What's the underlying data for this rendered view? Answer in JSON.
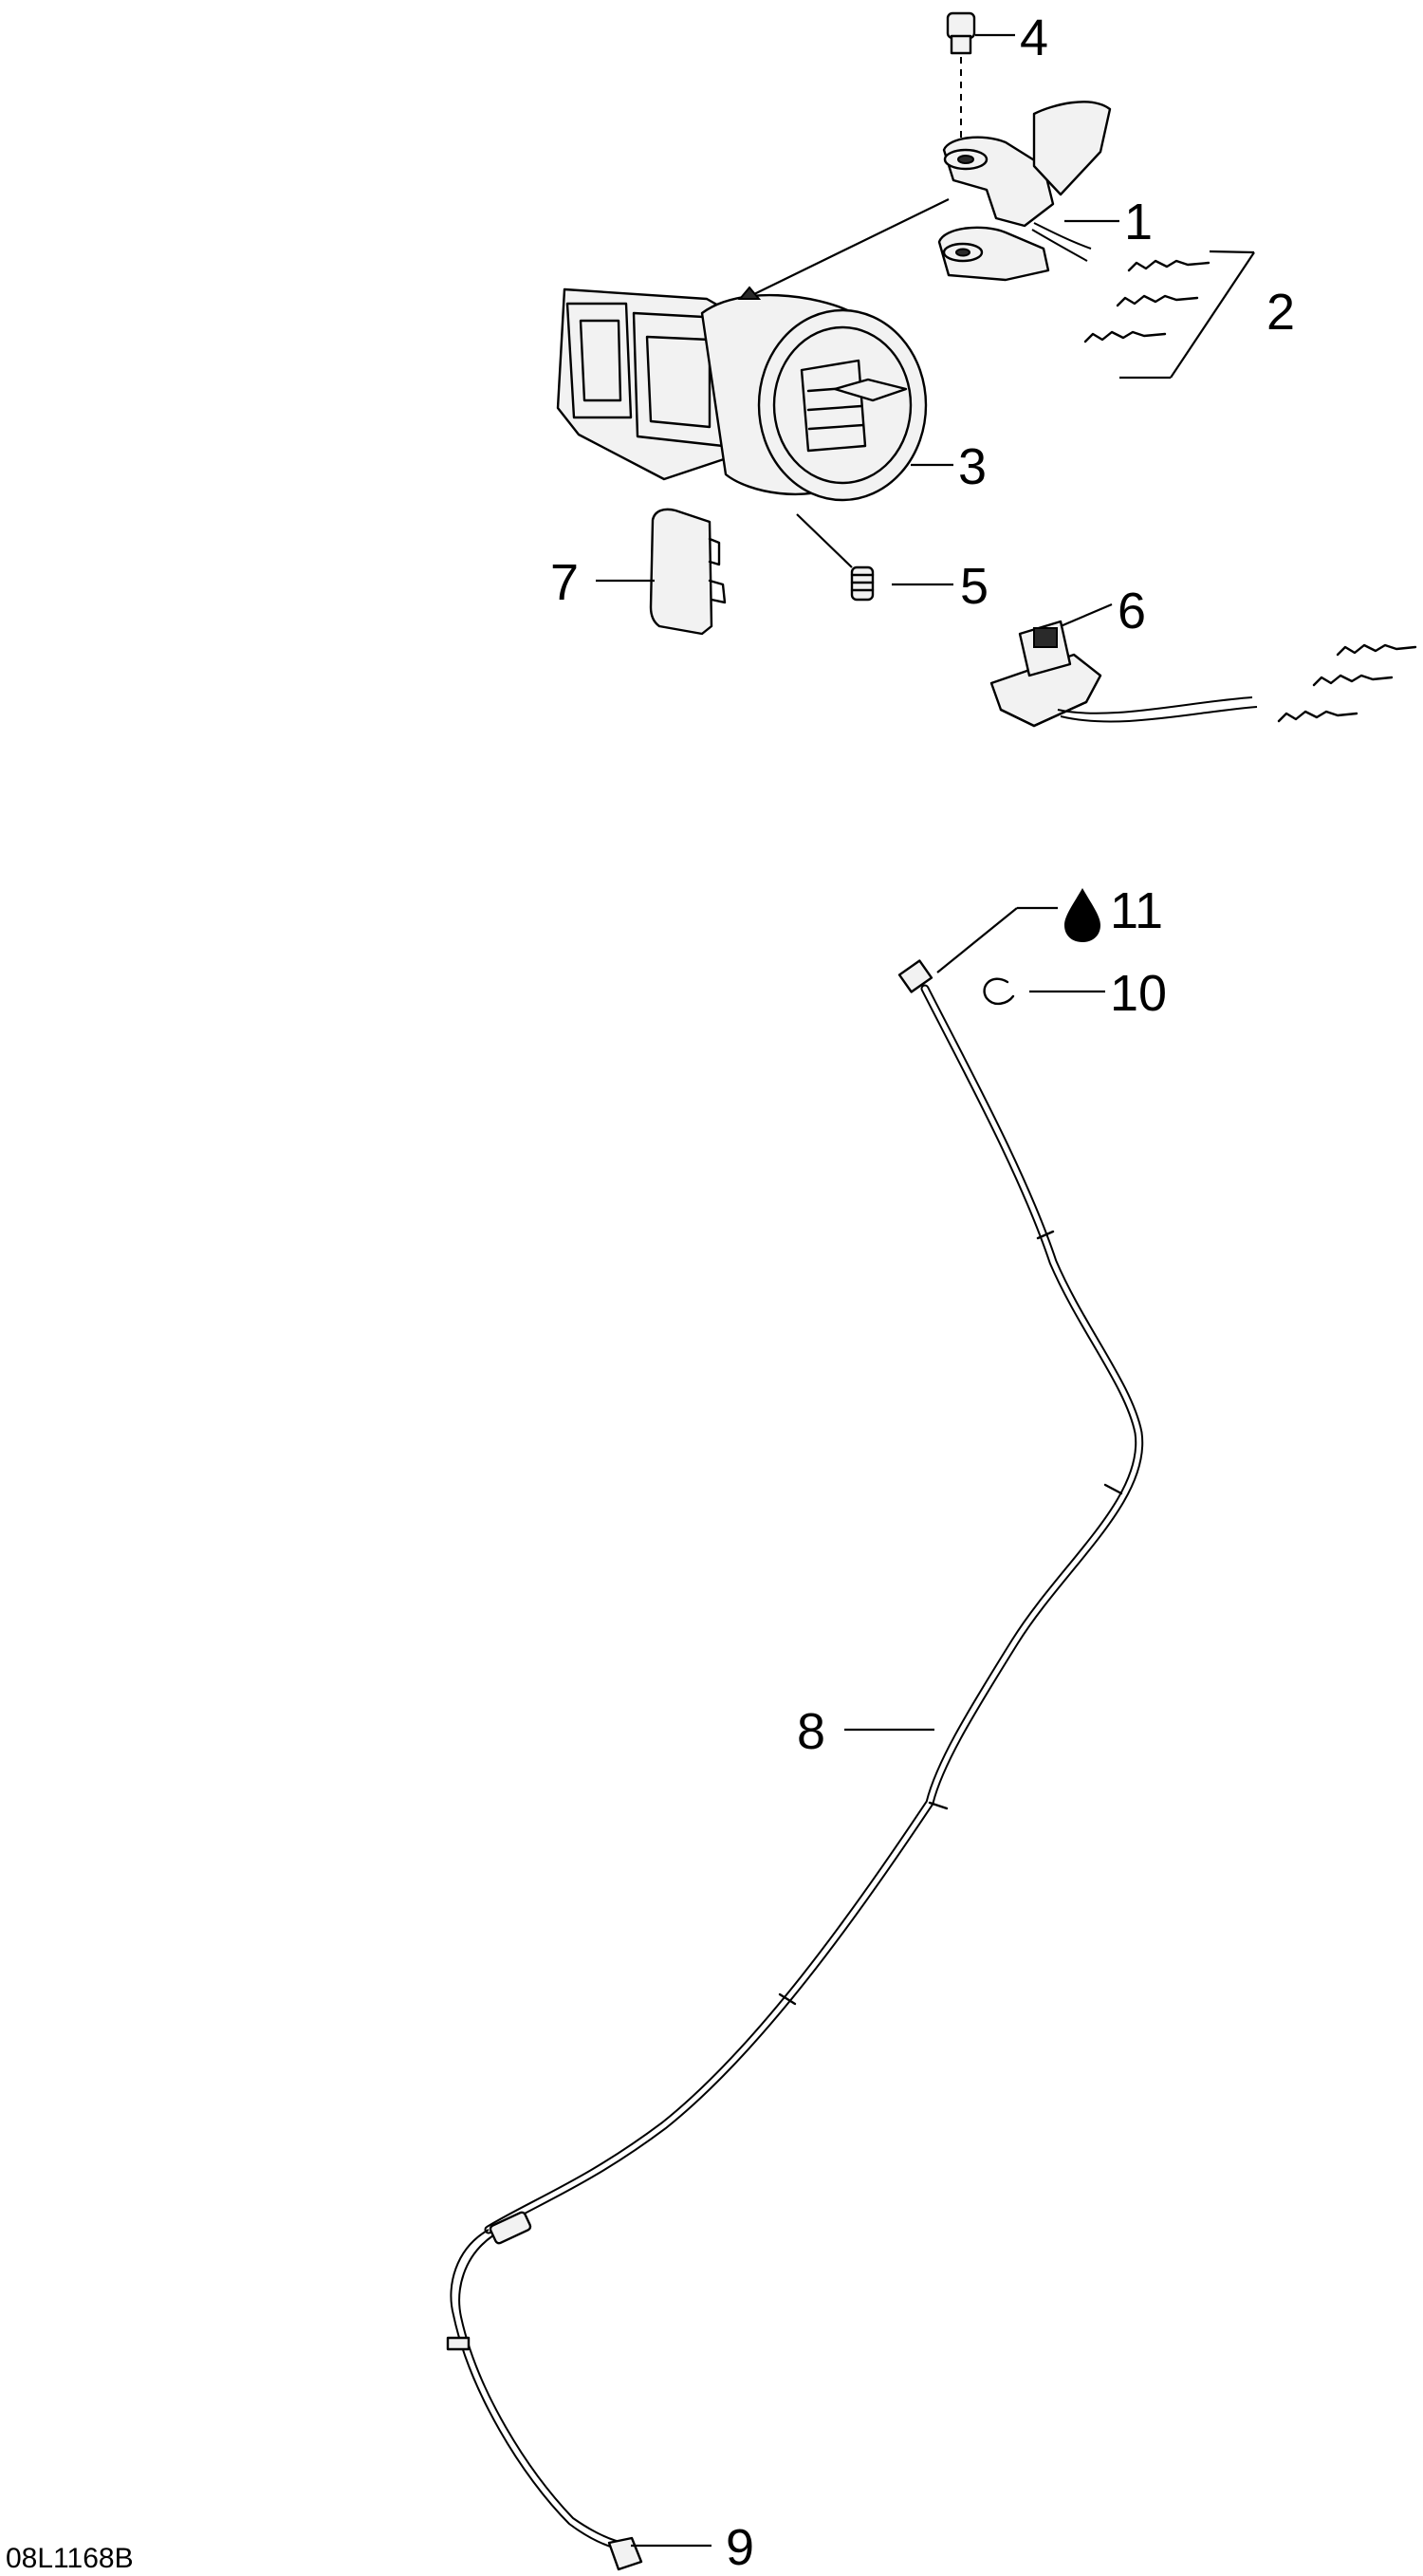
{
  "figure_code": "08L1168B",
  "callouts": [
    {
      "id": "1",
      "text": "1"
    },
    {
      "id": "2",
      "text": "2"
    },
    {
      "id": "3",
      "text": "3"
    },
    {
      "id": "4",
      "text": "4"
    },
    {
      "id": "5",
      "text": "5"
    },
    {
      "id": "6",
      "text": "6"
    },
    {
      "id": "7",
      "text": "7"
    },
    {
      "id": "8",
      "text": "8"
    },
    {
      "id": "9",
      "text": "9"
    },
    {
      "id": "10",
      "text": "10"
    },
    {
      "id": "11",
      "text": "11"
    }
  ],
  "icons": {
    "lubricant": "oil-drop-icon"
  }
}
